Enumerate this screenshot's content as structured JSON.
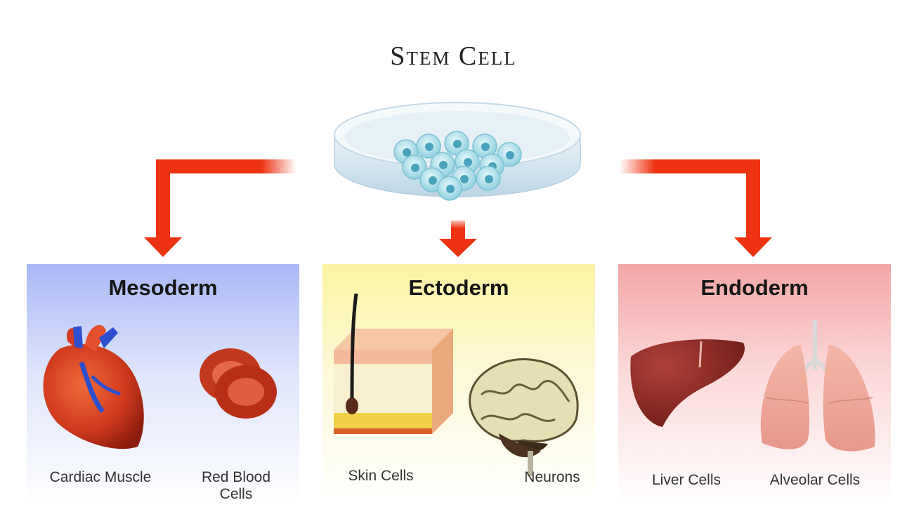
{
  "title": "Stem Cell",
  "colors": {
    "arrow": "#ee3312",
    "mesoderm": "#a9b8f5",
    "ectoderm": "#fbf4a2",
    "endoderm": "#f4a6a6"
  },
  "panels": [
    {
      "label": "Mesoderm",
      "items": [
        "Cardiac Muscle",
        "Red Blood Cells"
      ]
    },
    {
      "label": "Ectoderm",
      "items": [
        "Skin Cells",
        "Neurons"
      ]
    },
    {
      "label": "Endoderm",
      "items": [
        "Liver Cells",
        "Alveolar Cells"
      ]
    }
  ],
  "icons": [
    "petri-dish-icon",
    "heart-icon",
    "red-blood-cells-icon",
    "skin-layer-icon",
    "brain-icon",
    "liver-icon",
    "lungs-icon"
  ]
}
